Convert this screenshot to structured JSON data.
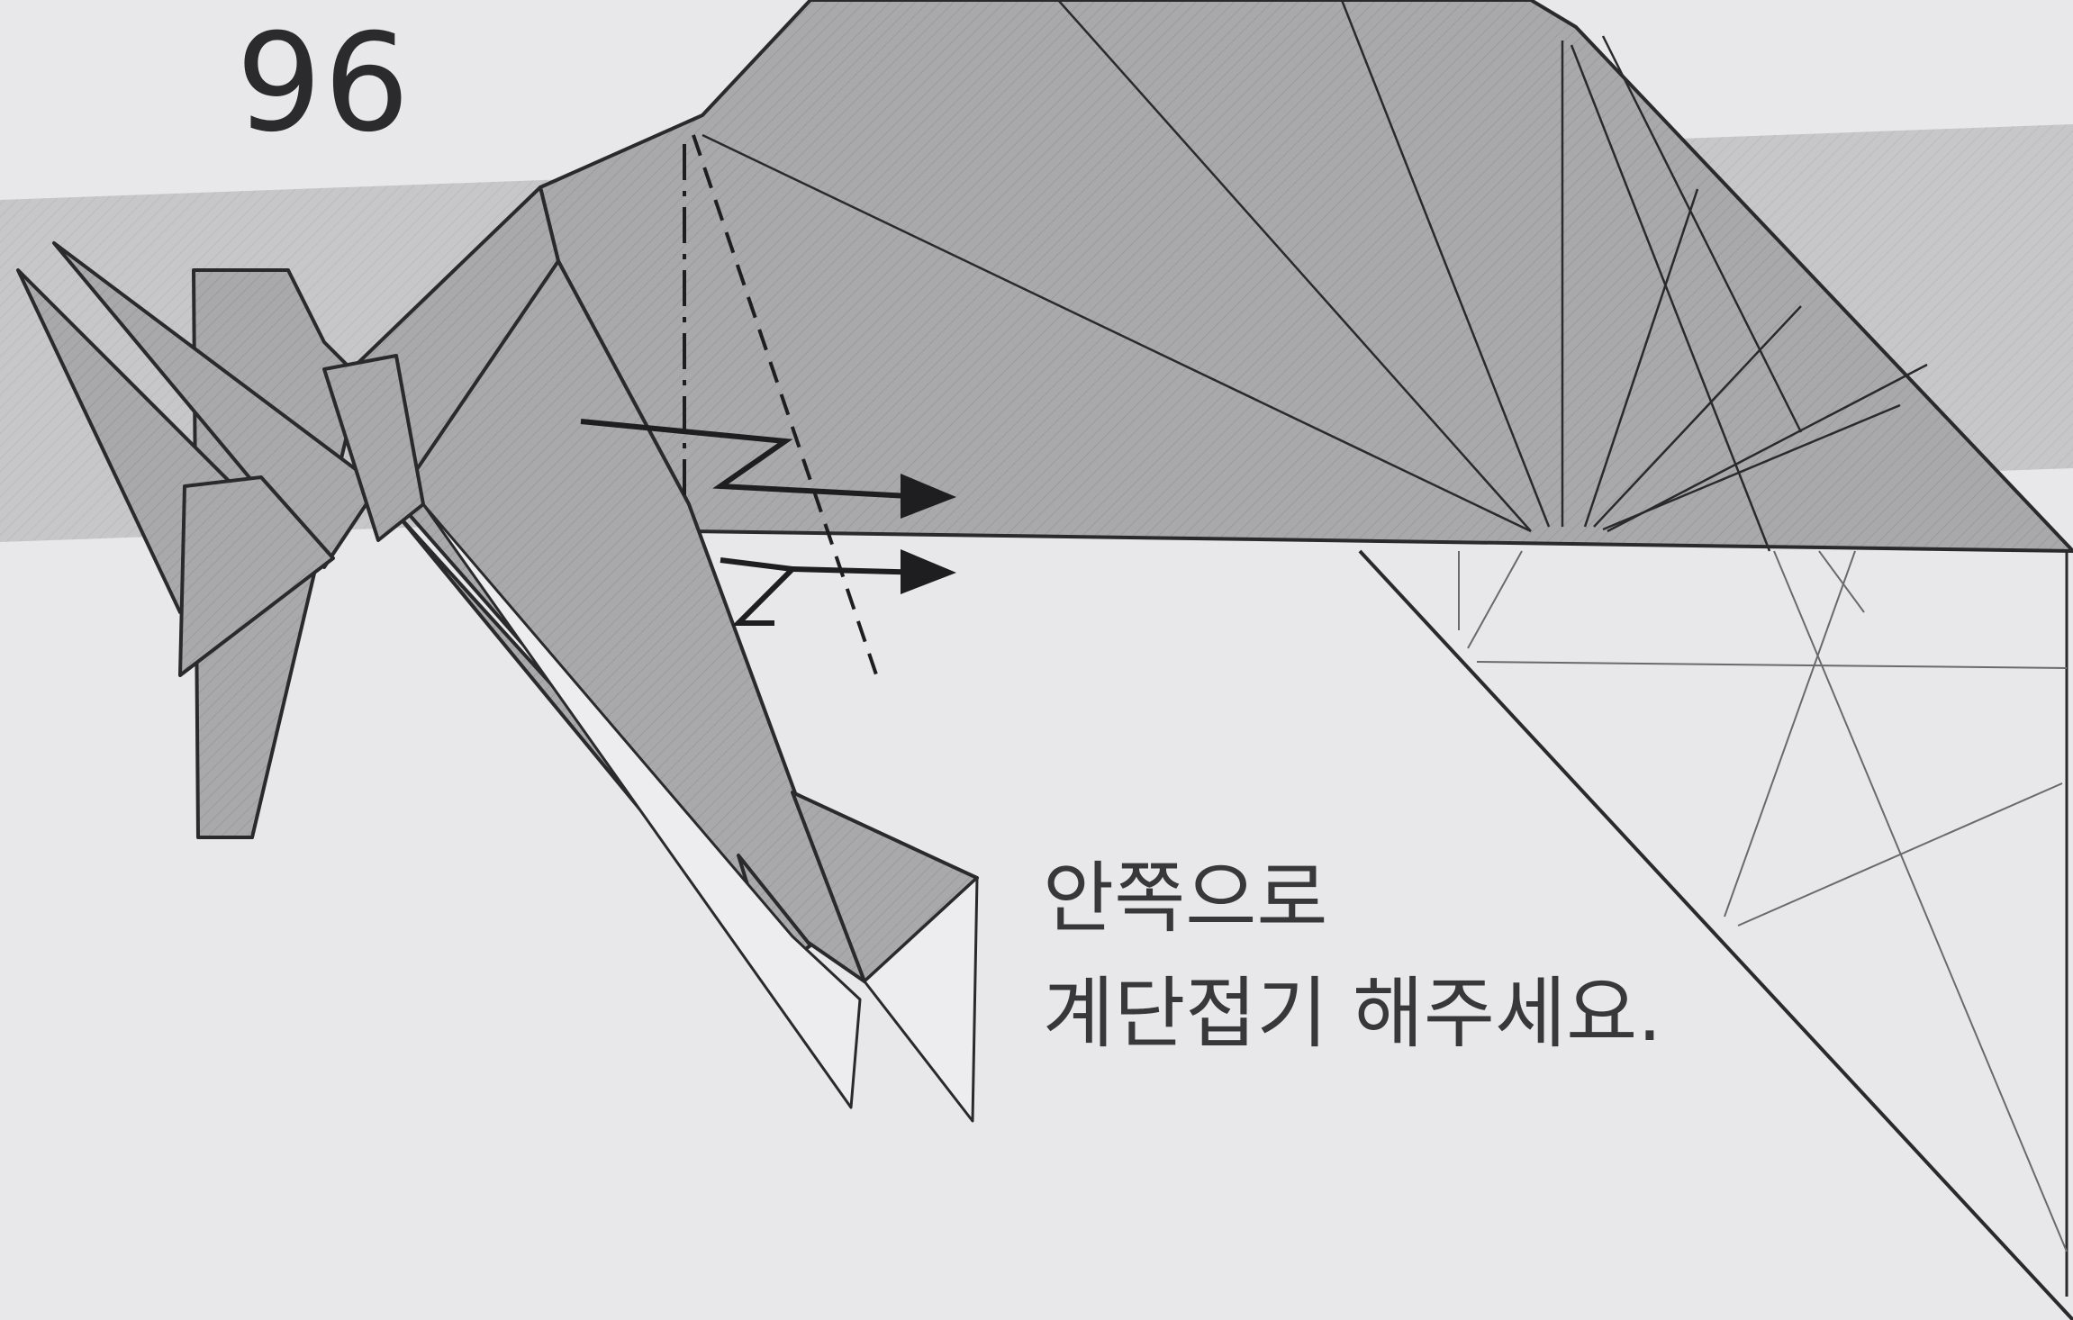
{
  "step": {
    "number": "96"
  },
  "instruction": {
    "line1": "안쪽으로",
    "line2": "계단접기 해주세요."
  },
  "colors": {
    "background": "#e8e8ea",
    "band": "#c6c6c8",
    "paper_fill": "#a9a9ab",
    "paper_fill_dark": "#9c9c9e",
    "line": "#2a2a2c",
    "text": "#38383a"
  },
  "icons": {
    "step_fold_arrow": "arrow-right-icon",
    "mountain_fold_line": "dash-dot-line",
    "valley_fold_line": "dashed-line"
  }
}
